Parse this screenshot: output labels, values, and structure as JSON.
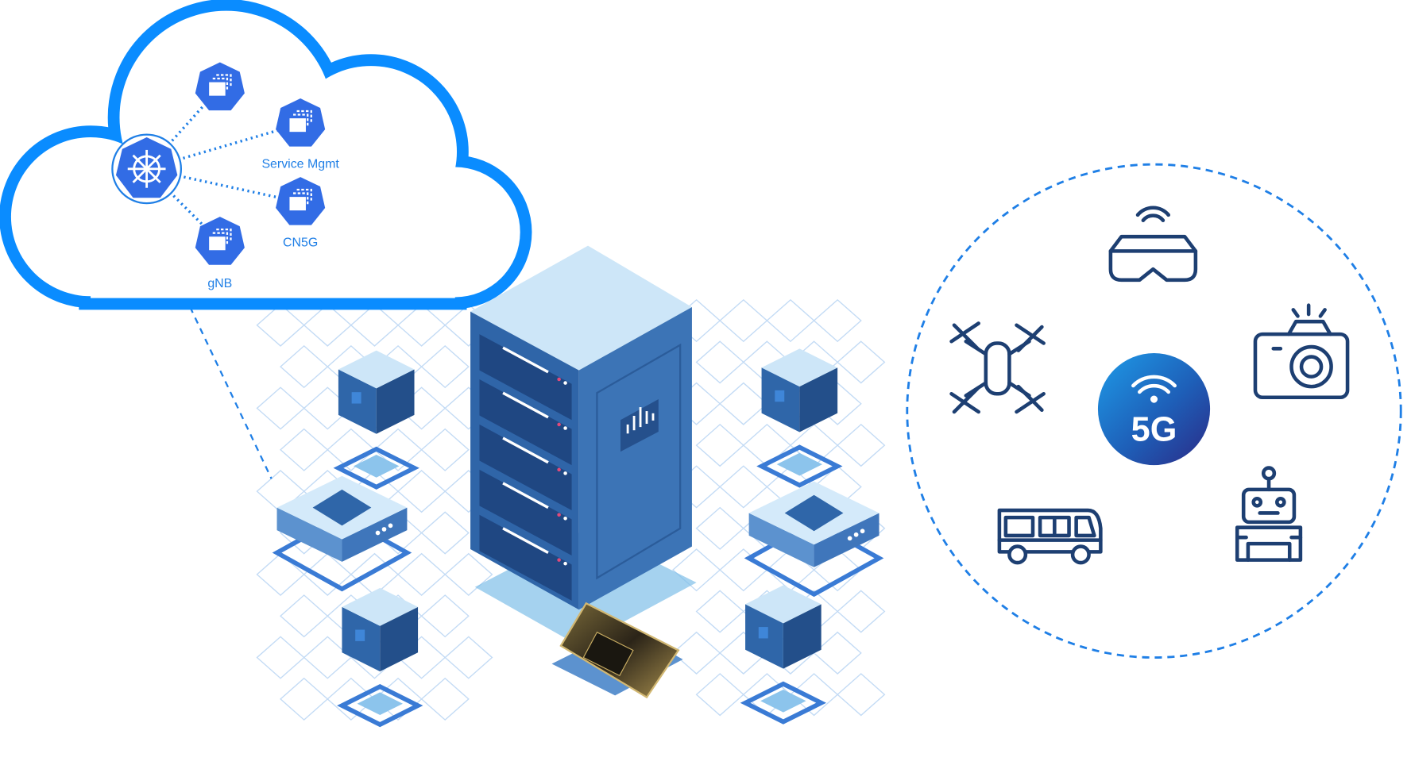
{
  "cloud": {
    "hub_icon": "kubernetes-wheel-icon",
    "pods": [
      {
        "label": "",
        "icon": "pod-icon"
      },
      {
        "label": "Service Mgmt",
        "icon": "pod-icon"
      },
      {
        "label": "CN5G",
        "icon": "pod-icon"
      },
      {
        "label": "gNB",
        "icon": "pod-icon"
      }
    ]
  },
  "edge": {
    "rack_icon": "server-rack-icon",
    "chip_icon": "gpu-chip-icon"
  },
  "devices": {
    "center_label": "5G",
    "icons": [
      "vr-headset-icon",
      "drone-icon",
      "camera-icon",
      "bus-icon",
      "robot-icon"
    ]
  },
  "colors": {
    "cloud": "#0a8cff",
    "pod": "#326ce5",
    "icon": "#1d3f72",
    "grid": "#b9d4f3"
  }
}
